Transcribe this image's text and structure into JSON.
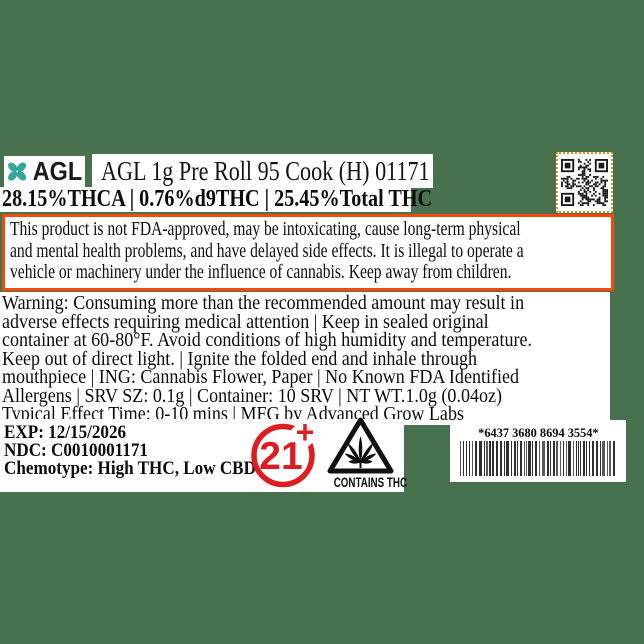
{
  "colors": {
    "background": "#47714F",
    "accent_orange": "#F14A0A",
    "qr_border_orange": "#EB8C10",
    "badge_red": "#DC1E22",
    "brand_teal": "#2FA89B"
  },
  "brand": {
    "logo_text": "AGL"
  },
  "header": {
    "title": "AGL 1g Pre Roll 95 Cook (H) 01171",
    "potency_line": "28.15%THCA | 0.76%d9THC | 25.45%Total THC"
  },
  "fda_warning": {
    "lines": [
      "This product is not FDA-approved, may be intoxicating, cause long-term physical",
      "and mental health problems, and have delayed side effects. It is illegal to operate a",
      "vehicle or machinery under the influence of cannabis. Keep away from children."
    ]
  },
  "usage_warning": {
    "lines": [
      "Warning: Consuming more than the recommended amount may result in",
      "adverse effects requiring medical attention | Keep in sealed original",
      "container at 60-80°F. Avoid conditions of high humidity and temperature.",
      "Keep out of direct light. | Ignite the folded end and inhale through",
      "mouthpiece | ING: Cannabis Flower, Paper | No Known FDA Identified",
      "Allergens | SRV SZ: 0.1g | Container: 10 SRV | NT WT.1.0g (0.04oz)",
      "Typical Effect Time: 0-10 mins | MFG by Advanced Grow Labs"
    ]
  },
  "product_info": {
    "exp": "EXP: 12/15/2026",
    "ndc": "NDC: C0010001171",
    "chemotype": "Chemotype: High THC, Low CBD"
  },
  "age_badge": {
    "number": "21",
    "plus": "+"
  },
  "thc_badge": {
    "caption": "CONTAINS THC"
  },
  "barcode": {
    "number": "*6437 3680 8694 3554*"
  }
}
